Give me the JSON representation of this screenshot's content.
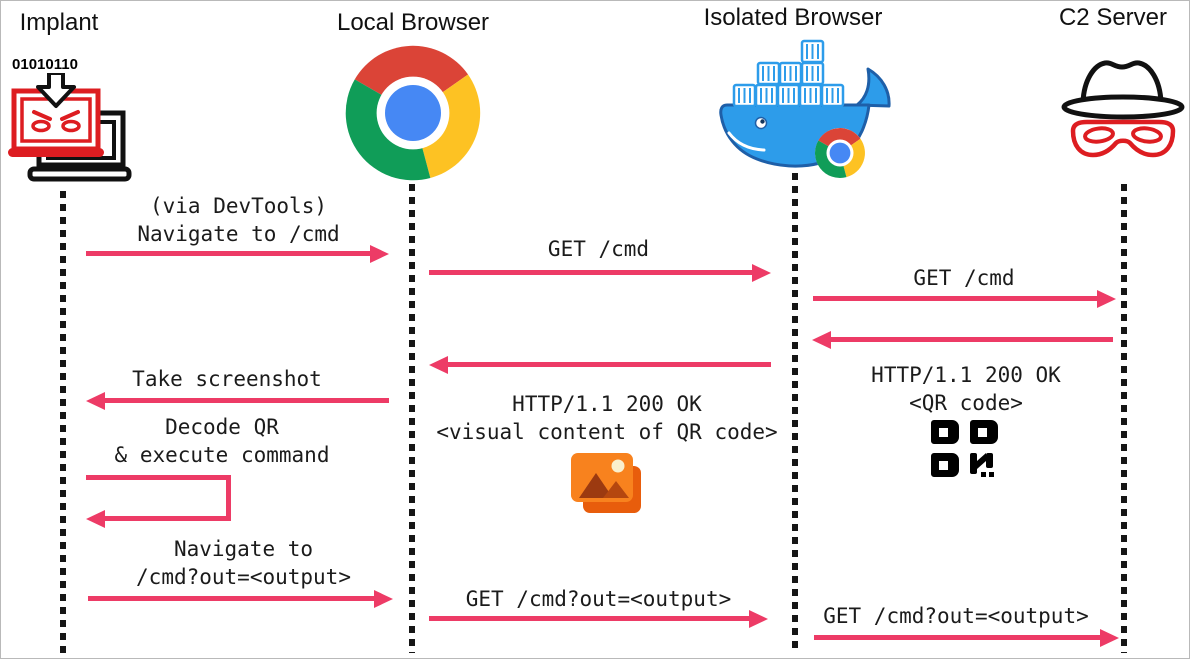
{
  "title": "QR-code C2 channel sequence diagram",
  "colors": {
    "arrow": "#ED3B66",
    "lifeline": "#161616",
    "text": "#1B1B1B",
    "malware_red": "#DD1D21",
    "docker_blue": "#2D9CEA",
    "orange_icon": "#F8821E"
  },
  "actors": [
    {
      "name": "Implant",
      "icon": "malware-laptop-icon"
    },
    {
      "name": "Local Browser",
      "icon": "chrome-icon"
    },
    {
      "name": "Isolated Browser",
      "icon": "docker-chrome-icon"
    },
    {
      "name": "C2 Server",
      "icon": "hacker-icon"
    }
  ],
  "implant": {
    "binary": "01010110"
  },
  "messages": [
    {
      "from": "Implant",
      "to": "Local Browser",
      "line1": "(via DevTools)",
      "line2": "Navigate to /cmd"
    },
    {
      "from": "Local Browser",
      "to": "Isolated Browser",
      "line1": "GET /cmd"
    },
    {
      "from": "Isolated Browser",
      "to": "C2 Server",
      "line1": "GET /cmd"
    },
    {
      "from": "C2 Server",
      "to": "Isolated Browser",
      "line1": "HTTP/1.1 200 OK",
      "line2": "<QR code>",
      "icon": "qr-code-icon"
    },
    {
      "from": "Isolated Browser",
      "to": "Local Browser",
      "line1": "HTTP/1.1 200 OK",
      "line2": "<visual content of QR code>",
      "icon": "image-icon"
    },
    {
      "from": "Local Browser",
      "to": "Implant",
      "line1": "Take screenshot"
    },
    {
      "from": "Implant",
      "to": "Implant",
      "self_loop": true,
      "line1": "Decode QR",
      "line2": "& execute command"
    },
    {
      "from": "Implant",
      "to": "Local Browser",
      "line1": "Navigate to",
      "line2": "/cmd?out=<output>"
    },
    {
      "from": "Local Browser",
      "to": "Isolated Browser",
      "line1": "GET /cmd?out=<output>"
    },
    {
      "from": "Isolated Browser",
      "to": "C2 Server",
      "line1": "GET /cmd?out=<output>"
    }
  ]
}
